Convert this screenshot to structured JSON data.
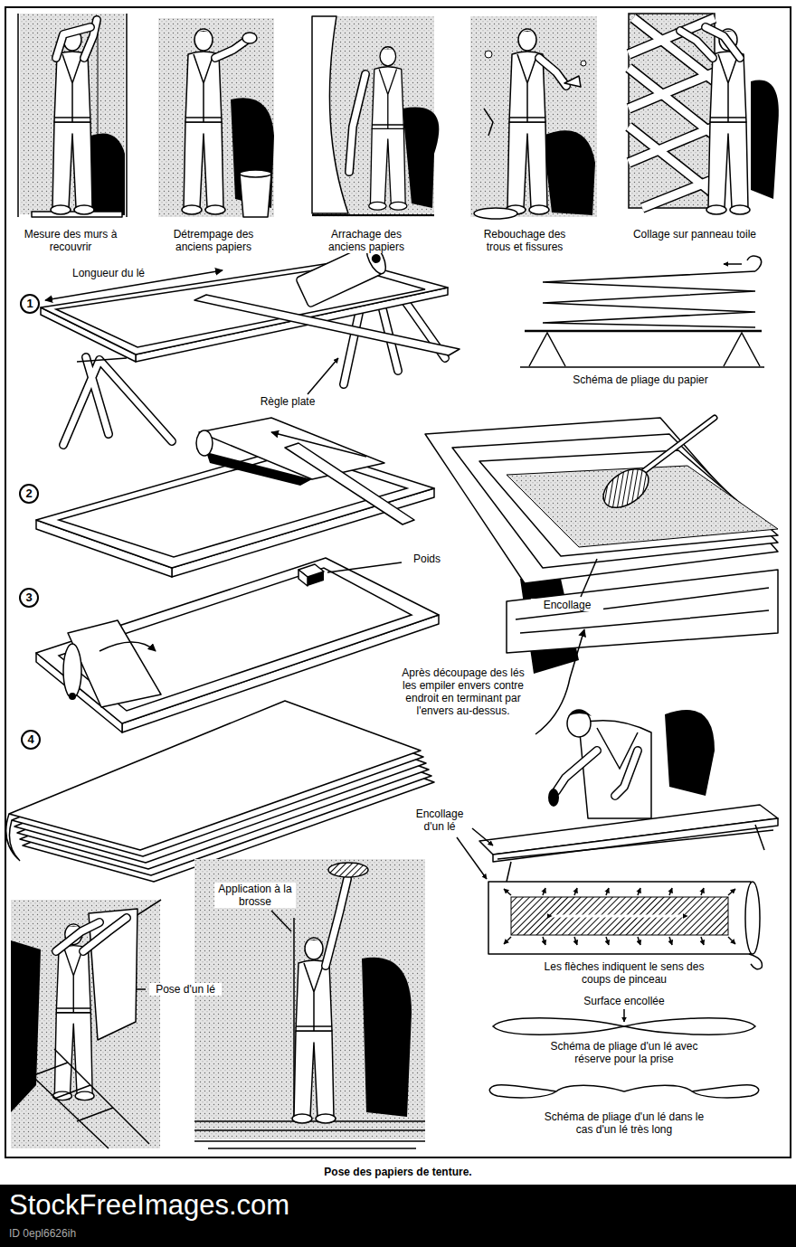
{
  "diagram": {
    "caption": "Pose des papiers de tenture.",
    "labels": [
      "Mesure des murs à recouvrir",
      "Détrempage des anciens papiers",
      "Arrachage des anciens papiers",
      "Rebouchage des trous et fissures",
      "Collage sur panneau toile",
      "1",
      "Longueur du lé",
      "Schéma de pliage du papier",
      "Règle plate",
      "2",
      "Poids",
      "3",
      "Encollage",
      "Après découpage des lés les empiler envers contre endroit en terminant par l'envers au-dessus.",
      "4",
      "Encollage d'un lé",
      "Les flèches indiquent le sens des coups de pinceau",
      "Surface encollée",
      "Schéma de pliage d'un lé avec réserve pour la prise",
      "Application à la brosse",
      "Pose d'un lé",
      "Schéma de pliage d'un lé dans le cas d'un lé très long",
      "StockFreeImages.com",
      "ID 0epl6626ih"
    ]
  }
}
